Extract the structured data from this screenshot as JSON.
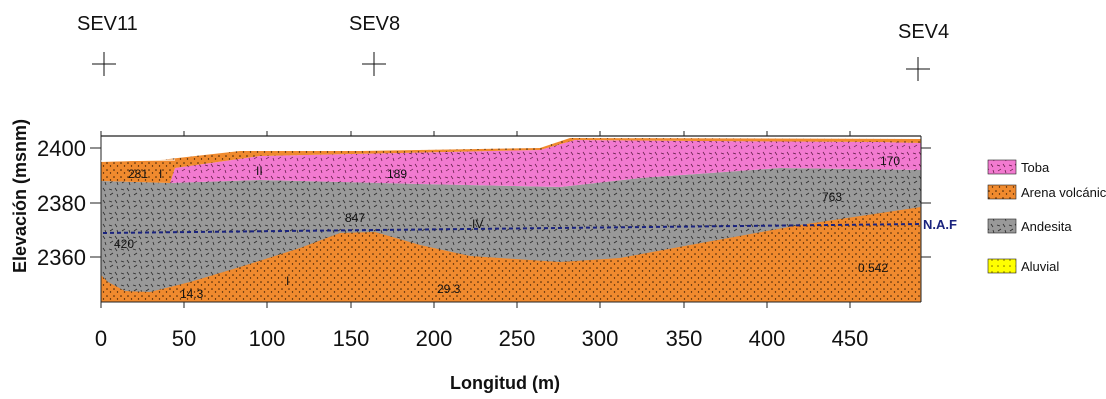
{
  "profile": {
    "xlabel": "Longitud (m)",
    "ylabel": "Elevación (msnm)",
    "x_ticks": [
      "0",
      "50",
      "100",
      "150",
      "200",
      "250",
      "300",
      "350",
      "400",
      "450"
    ],
    "y_ticks": [
      "2400",
      "2380",
      "2360"
    ],
    "soundings": [
      {
        "label": "SEV11",
        "x": 0
      },
      {
        "label": "SEV8",
        "x": 165
      },
      {
        "label": "SEV4",
        "x": 490
      }
    ],
    "water_table_label": "N.A.F",
    "resistivity_labels": [
      "281",
      "189",
      "170",
      "847",
      "763",
      "420",
      "14.3",
      "29.3",
      "0.542"
    ],
    "unit_labels": [
      "I",
      "II",
      "IV",
      "I"
    ]
  },
  "legend": [
    {
      "label": "Toba",
      "color": "#f27ad0"
    },
    {
      "label": "Arena volcánica",
      "color": "#f08a2e"
    },
    {
      "label": "Andesita",
      "color": "#9a9a9a"
    },
    {
      "label": "Aluvial",
      "color": "#ffff00"
    }
  ]
}
